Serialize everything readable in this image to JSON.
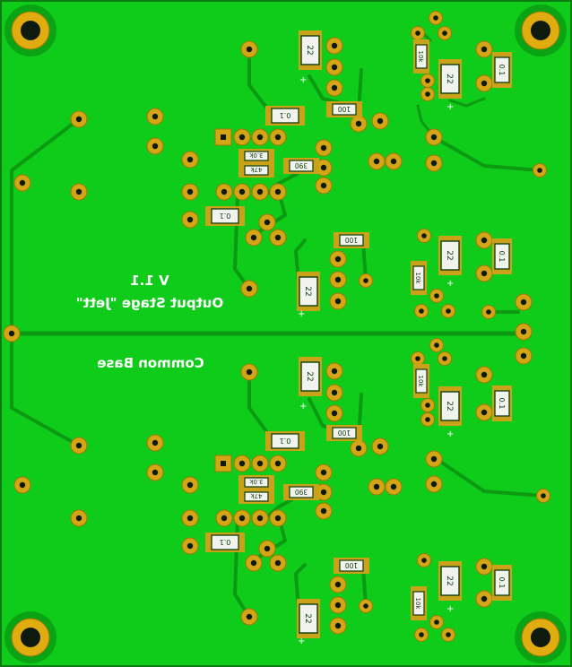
{
  "board": {
    "silkscreen_title": "Output Stage \"Jett\"",
    "silkscreen_version": "V 1.1",
    "silkscreen_section": "Common Base",
    "colors": {
      "board": "#0fcc1a",
      "trace": "#0b9a12",
      "trace_dark": "#068a0e",
      "pad_ring": "#d4a514",
      "pad_ring_edge": "#9a7a08",
      "hole": "#0f1a0f",
      "component_body": "#f2f2ee",
      "component_mask": "#c9a21a",
      "silk": "#0a3d0c",
      "mount_ring": "#e0ac10"
    }
  },
  "part_labels": {
    "c22": "22",
    "c01": "0.1",
    "r100": "100",
    "r10k": "10k",
    "r390": "390",
    "r30k": "3.0k",
    "r47k": "47k",
    "plus": "+"
  }
}
